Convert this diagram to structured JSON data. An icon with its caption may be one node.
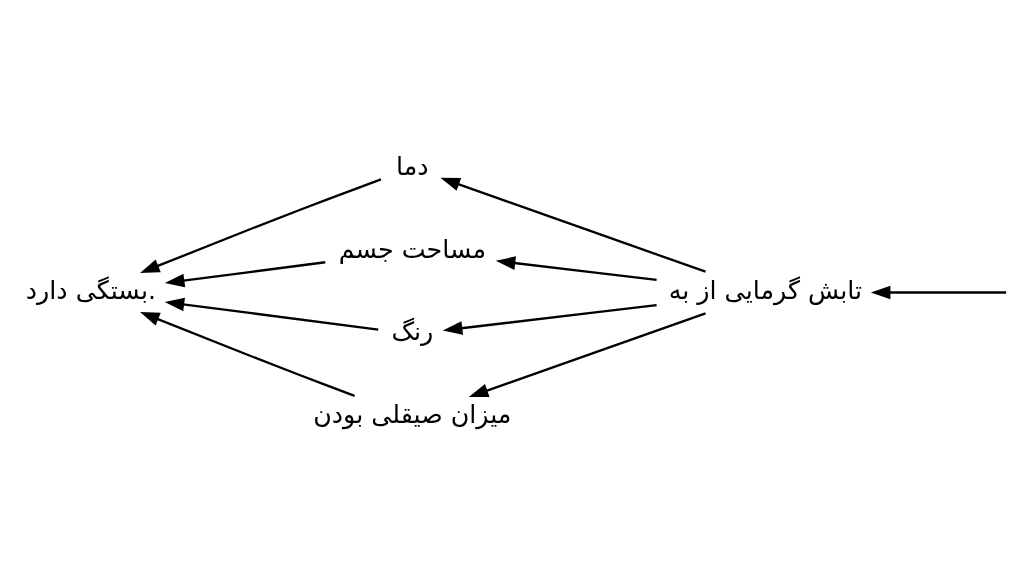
{
  "diagram": {
    "nodes": [
      {
        "text": [
          "تابش گرمایی از به"
        ]
      },
      {
        "text": [
          "دما"
        ]
      },
      {
        "text": [
          "مساحت جسم"
        ]
      },
      {
        "text": [
          "رنگ"
        ]
      },
      {
        "text": [
          "میزان صیقلی بودن"
        ]
      },
      {
        "text": [
          "بستگی دارد."
        ]
      }
    ],
    "edges": [
      {
        "from": null,
        "to": 0,
        "arrow": "to"
      },
      {
        "from": 0,
        "to": 1,
        "arrow": "to"
      },
      {
        "from": 0,
        "to": 2,
        "arrow": "to"
      },
      {
        "from": 0,
        "to": 3,
        "arrow": "to"
      },
      {
        "from": 0,
        "to": 4,
        "arrow": "to"
      },
      {
        "from": 1,
        "to": 5,
        "arrow": "to"
      },
      {
        "from": 2,
        "to": 5,
        "arrow": "to"
      },
      {
        "from": 3,
        "to": 5,
        "arrow": "to"
      },
      {
        "from": 4,
        "to": 5,
        "arrow": "to"
      }
    ]
  }
}
